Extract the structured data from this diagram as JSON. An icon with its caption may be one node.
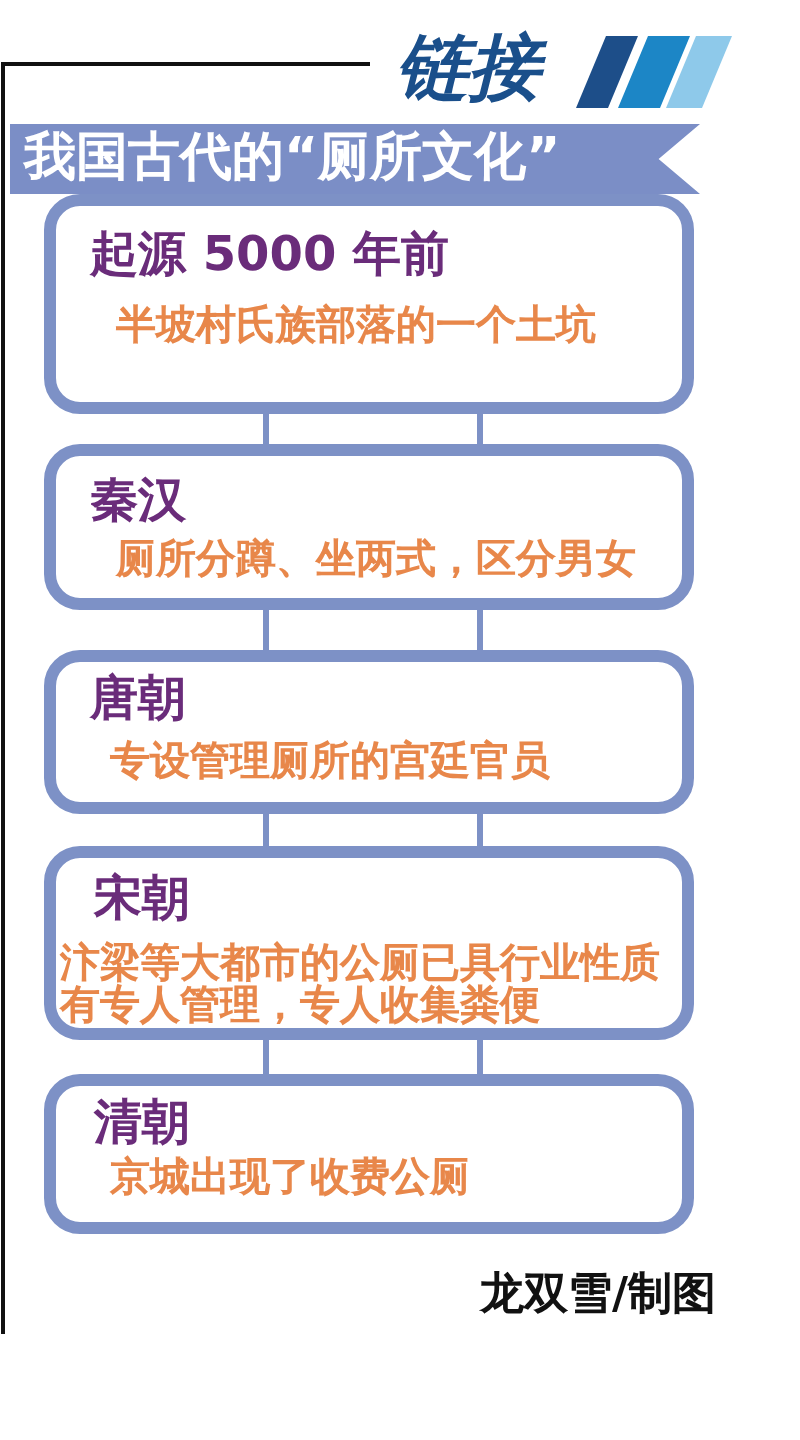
{
  "diagram": {
    "title": "我国古代的“厕所文化”",
    "nodes": [
      {
        "text": [
          "起源 5000 年前",
          "半坡村氏族部落的一个土坑"
        ]
      },
      {
        "text": [
          "秦汉",
          "厕所分蹲、坐两式，区分男女"
        ]
      },
      {
        "text": [
          "唐朝",
          "专设管理厕所的宫廷官员"
        ]
      },
      {
        "text": [
          "宋朝",
          "汴梁等大都市的公厕已具行业性质有专人管理，专人收集粪便"
        ]
      },
      {
        "text": [
          "清朝",
          "京城出现了收费公厕"
        ]
      }
    ],
    "edges": [
      {
        "from": 0,
        "to": 1,
        "arrow": "none"
      },
      {
        "from": 1,
        "to": 2,
        "arrow": "none"
      },
      {
        "from": 2,
        "to": 3,
        "arrow": "none"
      },
      {
        "from": 3,
        "to": 4,
        "arrow": "none"
      }
    ],
    "labels": [
      "链接",
      "龙双雪/制图"
    ]
  }
}
